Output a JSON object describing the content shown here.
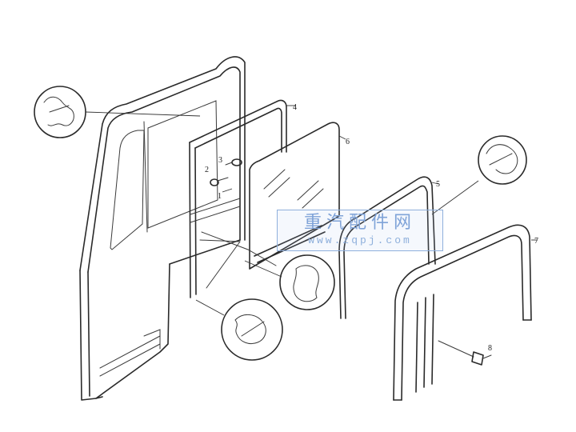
{
  "callouts": [
    "1",
    "2",
    "3",
    "4",
    "5",
    "6",
    "7",
    "8"
  ],
  "watermark": {
    "title": "重汽配件网",
    "url": "www.zqpj.com"
  }
}
